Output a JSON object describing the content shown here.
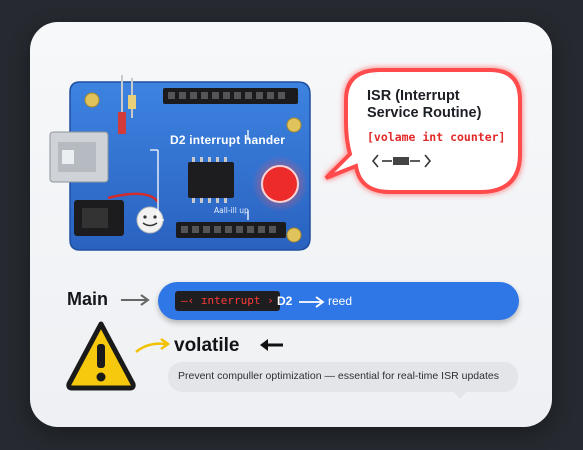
{
  "isr": {
    "title": "ISR (Interrupt Service Routine)",
    "code": "[volame int counter]",
    "glyph": "‹-▪▪-›"
  },
  "board": {
    "d2_label": "D2  interrupt hander",
    "pullup_label": "Aall-ill up"
  },
  "flow": {
    "main_label": "Main",
    "interrupt_chip": "–‹ ɪnterrupt ›",
    "d2_text": "D2",
    "reed_text": "reed"
  },
  "volatile": {
    "label": "volatile",
    "note": "Prevent compuller optimization — essential for real-time ISR updates"
  },
  "colors": {
    "background": "#262a30",
    "card": "#f3f4f6",
    "board_blue": "#2f6fd0",
    "accent_red": "#e12a2a",
    "pill_blue": "#2f77e6",
    "warning_yellow": "#f6c90e"
  }
}
